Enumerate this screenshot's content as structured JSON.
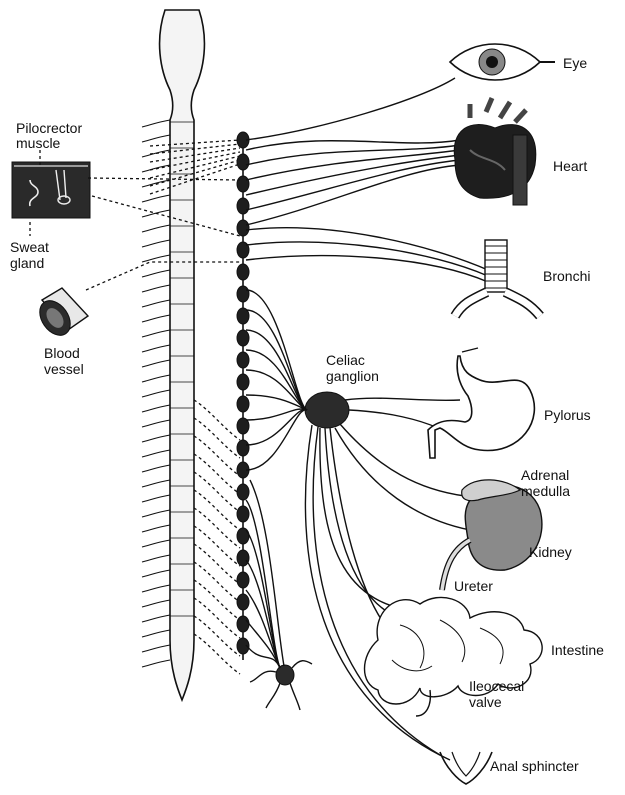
{
  "labels": {
    "pilo_line1": "Pilocrector",
    "pilo_line2": "muscle",
    "sweat_line1": "Sweat",
    "sweat_line2": "gland",
    "blood_line1": "Blood",
    "blood_line2": "vessel",
    "celiac_line1": "Celiac",
    "celiac_line2": "ganglion",
    "eye": "Eye",
    "heart": "Heart",
    "bronchi": "Bronchi",
    "pylorus": "Pylorus",
    "adrenal_line1": "Adrenal",
    "adrenal_line2": "medulla",
    "kidney": "Kidney",
    "ureter": "Ureter",
    "intestine": "Intestine",
    "ileocecal_line1": "Ileocecal",
    "ileocecal_line2": "valve",
    "anal": "Anal sphincter"
  },
  "colors": {
    "ink": "#111111",
    "ganglion_fill": "#2b2b2b",
    "heart_fill": "#1e1e1e",
    "skin_fill": "#2a2a2a",
    "organ_shade": "#6a6a6a"
  },
  "icons": [
    "spinal-cord",
    "sympathetic-chain",
    "celiac-ganglion",
    "eye-icon",
    "heart-icon",
    "bronchi-icon",
    "stomach-icon",
    "kidney-icon",
    "intestine-icon",
    "blood-vessel-icon",
    "skin-section-icon"
  ]
}
